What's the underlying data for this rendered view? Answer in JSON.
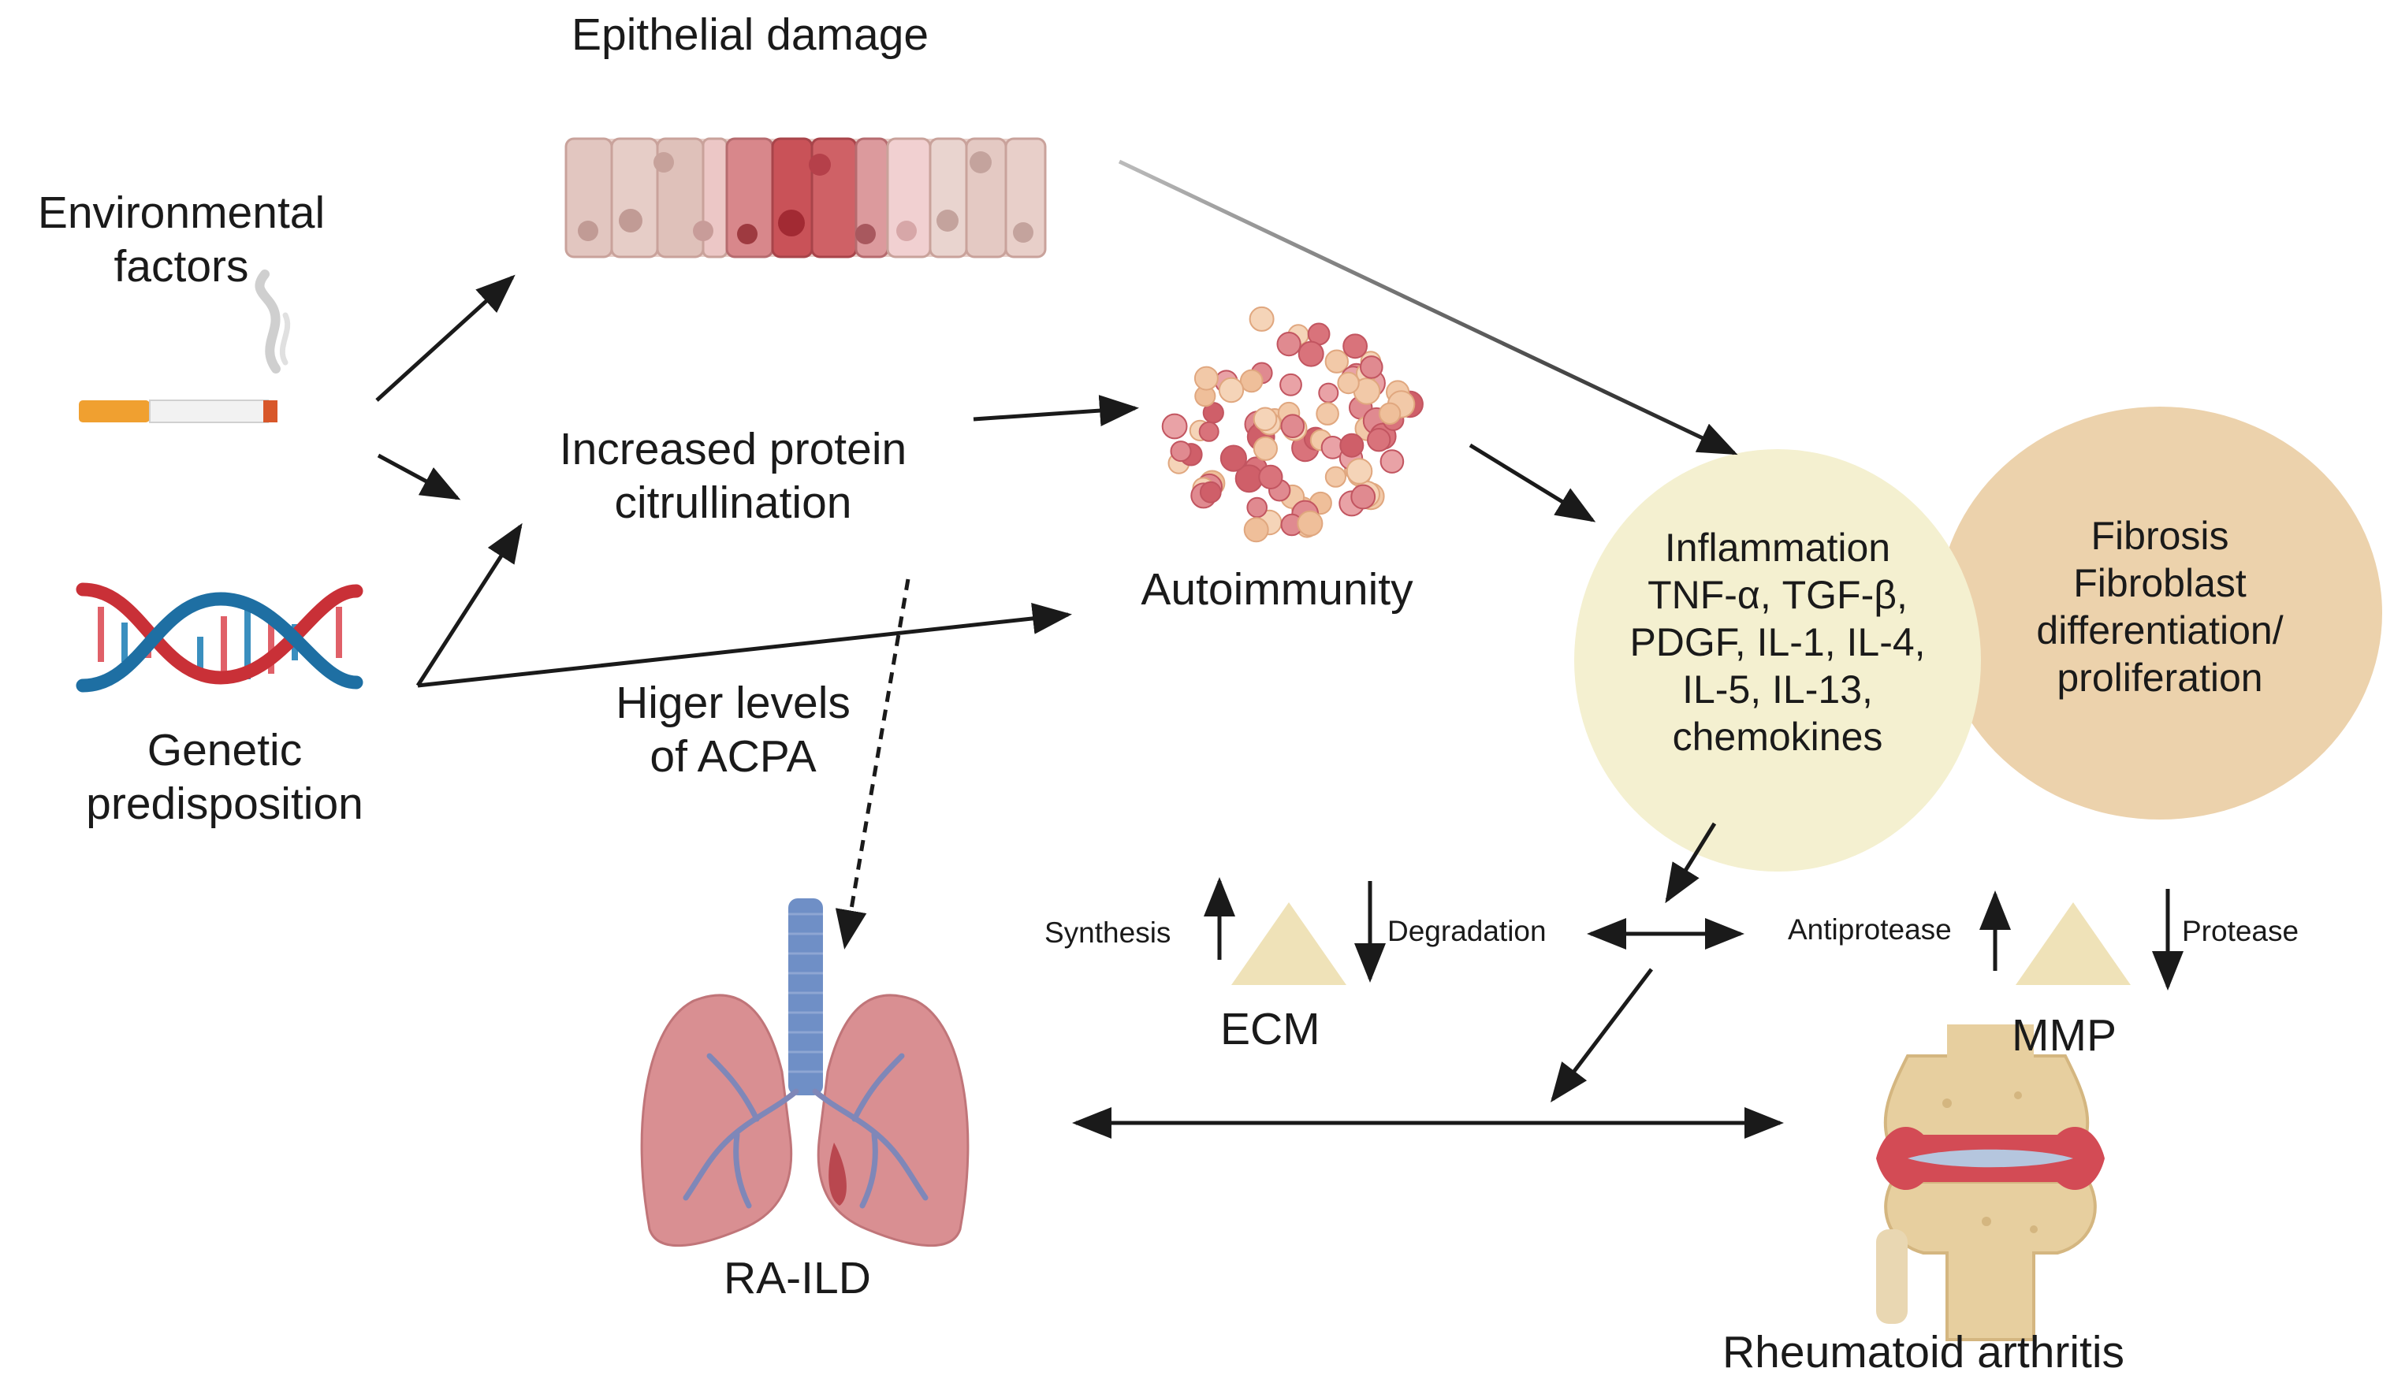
{
  "labels": {
    "epithelial_damage": "Epithelial damage",
    "environmental_factors": [
      "Environmental",
      "factors"
    ],
    "genetic_predisposition": [
      "Genetic",
      "predisposition"
    ],
    "increased_citrullination": [
      "Increased protein",
      "citrullination"
    ],
    "autoimmunity": "Autoimmunity",
    "higher_acpa": [
      "Higer levels",
      "of ACPA"
    ],
    "inflammation": [
      "Inflammation",
      "TNF-α, TGF-β,",
      "PDGF, IL-1, IL-4,",
      "IL-5, IL-13,",
      "chemokines"
    ],
    "fibrosis": [
      "Fibrosis",
      "Fibroblast",
      "differentiation/",
      "proliferation"
    ],
    "synthesis": "Synthesis",
    "degradation": "Degradation",
    "ecm": "ECM",
    "antiprotease": "Antiprotease",
    "protease": "Protease",
    "mmp": "MMP",
    "ra_ild": "RA-ILD",
    "rheumatoid_arthritis": "Rheumatoid arthritis"
  },
  "colors": {
    "inflammation_circle": "#f4f0d0",
    "fibrosis_circle": "#ecd2ac",
    "ecm_triangle": "#efe2b8",
    "arrow": "#1a1a1a",
    "lung": "#d98f92",
    "trachea": "#6f8fc6"
  }
}
